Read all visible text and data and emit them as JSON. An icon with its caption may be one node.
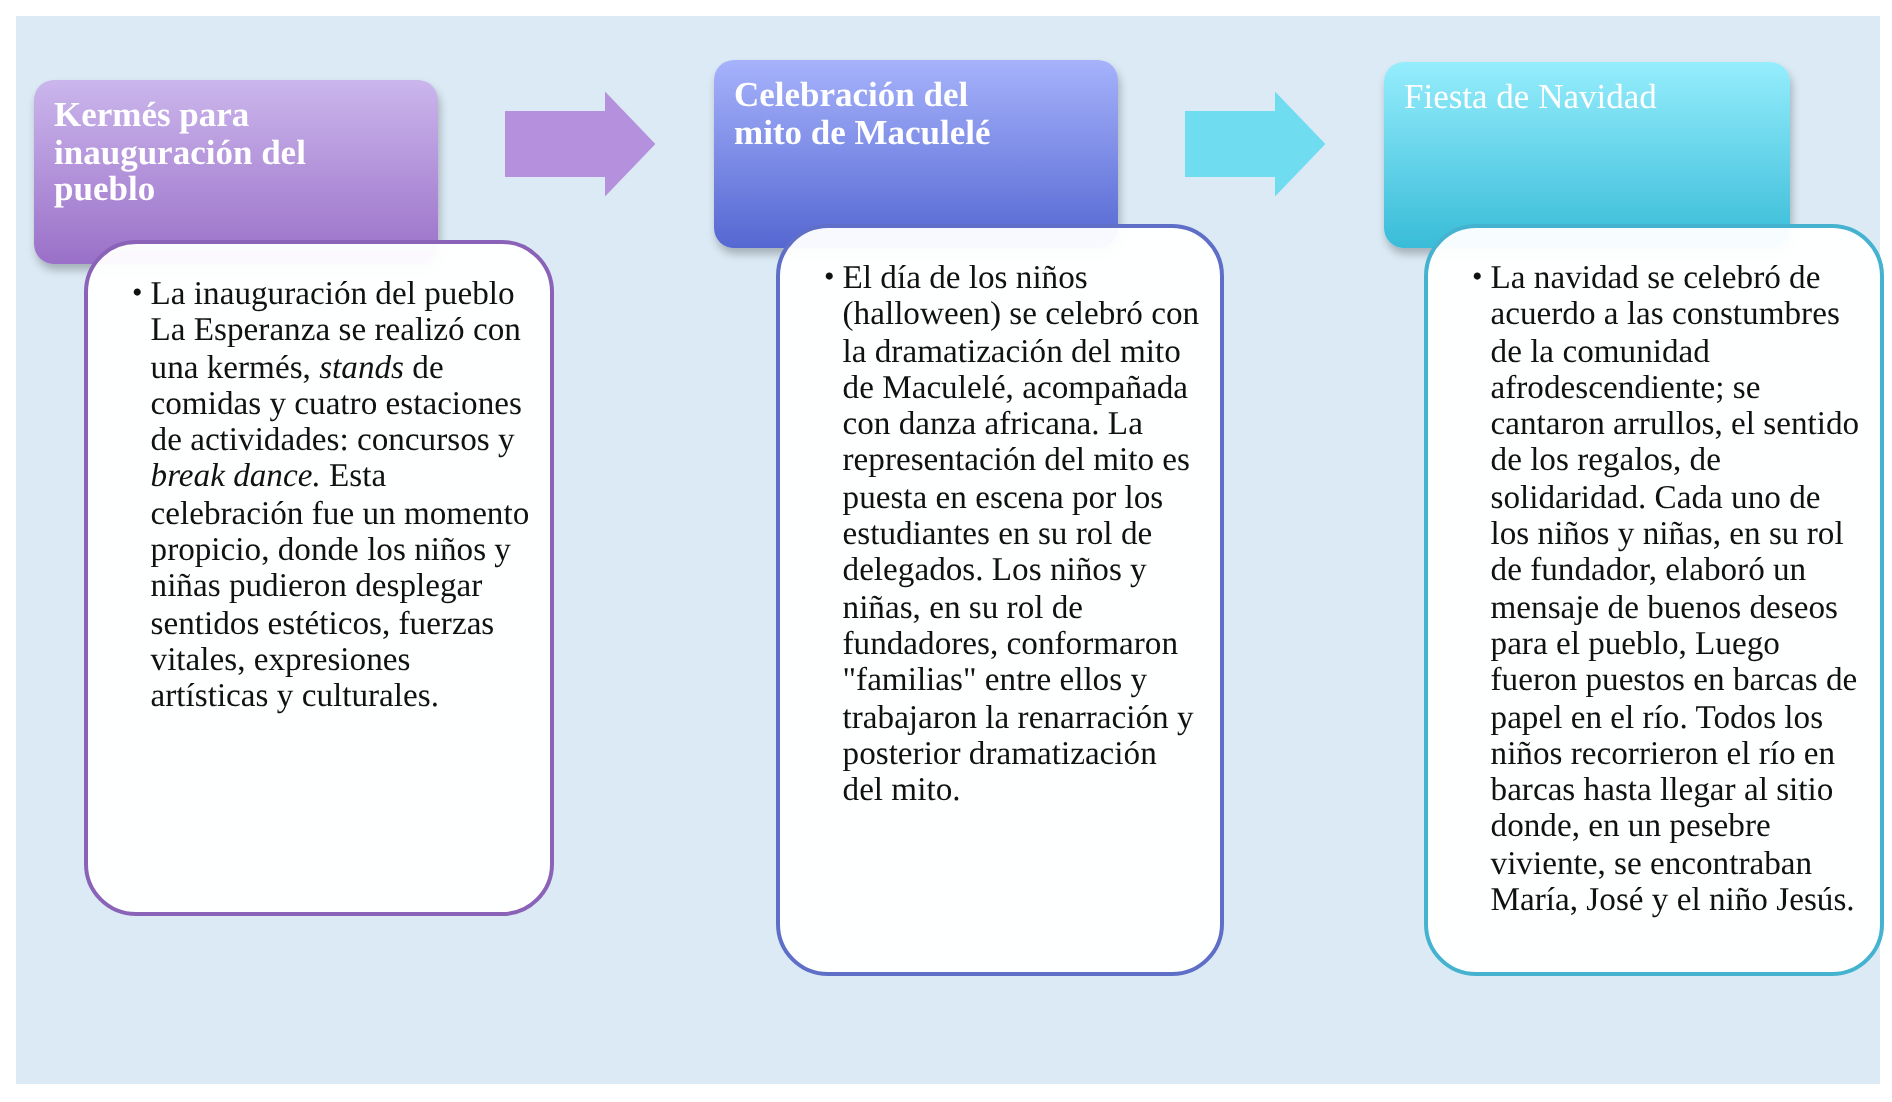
{
  "diagram": {
    "nodes": [
      {
        "text": [
          "Kermés para inauguración del pueblo"
        ]
      },
      {
        "text": [
          "•",
          "La inauguración del pueblo La Esperanza se realizó con una kermés, *stands* de comidas y cuatro estaciones de actividades: concursos y *break dance.* Esta celebración fue un momento propicio, donde los niños y niñas pudieron desplegar sentidos estéticos, fuerzas vitales, expresiones artísticas y culturales."
        ]
      },
      {
        "text": [
          "Celebración del mito de Maculelé"
        ]
      },
      {
        "text": [
          "•",
          "El día de los niños (halloween) se celebró con la dramatización del mito de Maculelé, acompañada con danza africana. La representación del mito es puesta en escena por los estudiantes en su rol de delegados. Los niños y niñas, en su rol de fundadores, conformaron \"familias\" entre ellos y trabajaron la renarración y posterior dramatización del mito."
        ]
      },
      {
        "text": [
          "Fiesta de Navidad"
        ]
      },
      {
        "text": [
          "•",
          "La navidad se celebró de acuerdo a las constumbres de la comunidad afrodescendiente; se cantaron arrullos, el sentido de los regalos, de solidaridad. Cada uno de los niños y niñas, en su rol de fundador, elaboró un mensaje de buenos deseos para el pueblo, Luego fueron puestos en barcas de papel en el río. Todos los niños recorrieron el río en barcas hasta llegar al sitio donde, en un pesebre viviente, se encontraban María, José y el niño Jesús."
        ]
      }
    ],
    "edges": [
      {
        "from": 0,
        "to": 2,
        "arrow": "to",
        "style": "thick",
        "color": "#b590dc"
      },
      {
        "from": 2,
        "to": 4,
        "arrow": "to",
        "style": "thick",
        "color": "#6fdcf0"
      }
    ]
  }
}
